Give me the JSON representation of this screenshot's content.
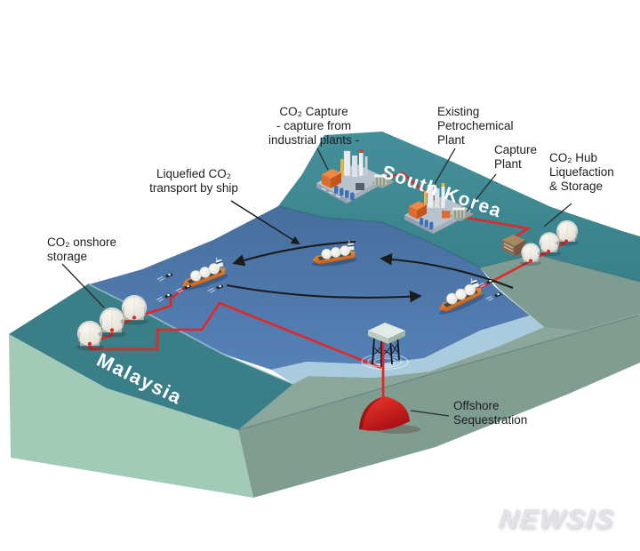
{
  "labels": {
    "co2_capture": "CO₂ Capture\n- capture from\nindustrial plants -",
    "existing_plant": "Existing\nPetrochemical\nPlant",
    "capture_plant": "Capture\nPlant",
    "co2_hub": "CO₂ Hub\nLiquefaction\n& Storage",
    "ship_transport": "Liquefied CO₂\ntransport by ship",
    "onshore_storage": "CO₂ onshore\nstorage",
    "offshore_sequestration": "Offshore\nSequestration",
    "region_south_korea": "South Korea",
    "region_malaysia": "Malaysia",
    "watermark": "NEWSIS"
  },
  "colors": {
    "pipeline_red": "#e32726",
    "sequestration_dome_red": "#d81f26",
    "sea_deep": "#4e79b0",
    "sea_shallow": "#a9cbdd",
    "land_top_teal": "#3e858c",
    "land_side_sage": "#a3c9b7",
    "seabed_gray_green": "#8ba79b",
    "ship_hull_orange": "#e87a22",
    "storage_dome_white": "#f1efe8",
    "hub_building_brown": "#8a6b4e",
    "label_text": "#1d1d1d",
    "watermark_gray": "#e3e3e7",
    "background": "#ffffff"
  }
}
